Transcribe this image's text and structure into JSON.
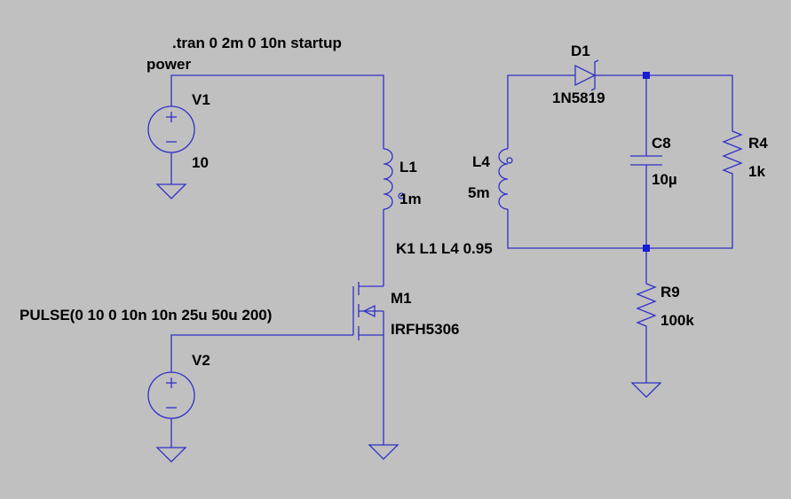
{
  "directives": {
    "tran": ".tran 0 2m 0 10n startup",
    "coupling": "K1 L1 L4 0.95"
  },
  "nets": {
    "power": "power"
  },
  "components": {
    "V1": {
      "name": "V1",
      "value": "10"
    },
    "V2": {
      "name": "V2",
      "value": "PULSE(0 10 0 10n 10n 25u 50u 200)"
    },
    "L1": {
      "name": "L1",
      "value": "1m"
    },
    "L4": {
      "name": "L4",
      "value": "5m"
    },
    "M1": {
      "name": "M1",
      "value": "IRFH5306"
    },
    "D1": {
      "name": "D1",
      "value": "1N5819"
    },
    "C8": {
      "name": "C8",
      "value": "10µ"
    },
    "R4": {
      "name": "R4",
      "value": "1k"
    },
    "R9": {
      "name": "R9",
      "value": "100k"
    }
  },
  "colors": {
    "background": "#c0c0c0",
    "wire": "#3030c8",
    "junction": "#1a1ad8",
    "text": "#000000"
  }
}
